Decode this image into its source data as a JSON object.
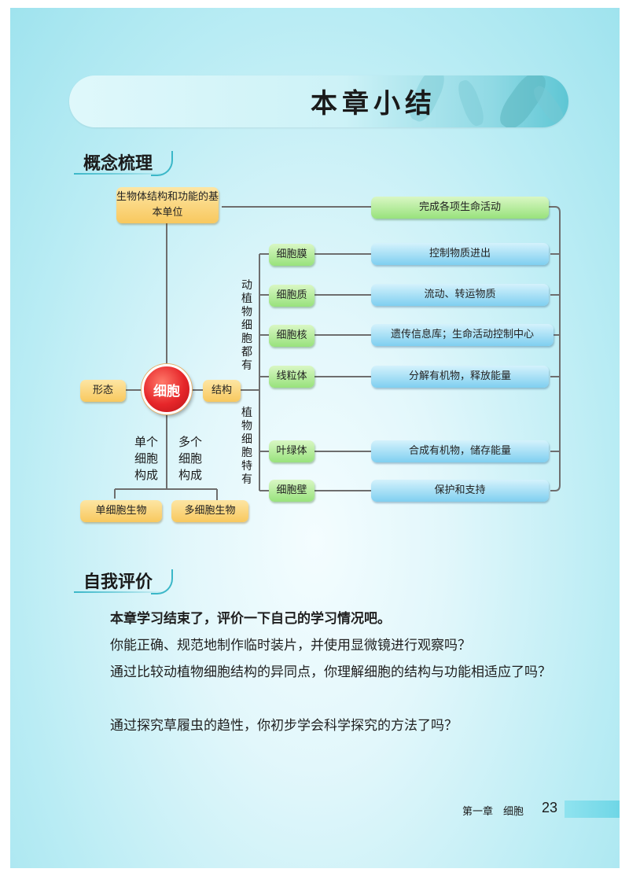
{
  "banner": {
    "title": "本章小结"
  },
  "section1": {
    "title": "概念梳理"
  },
  "diagram": {
    "basic_unit": "生物体结构和功能的基本单位",
    "cell": "细胞",
    "morphology": "形态",
    "structure": "结构",
    "single_label": "单个细胞构成",
    "multi_label": "多个细胞构成",
    "unicellular": "单细胞生物",
    "multicellular": "多细胞生物",
    "both_label": "动植物细胞都有",
    "plant_label": "植物细胞特有",
    "parts": [
      {
        "name": "细胞膜",
        "function": "控制物质进出"
      },
      {
        "name": "细胞质",
        "function": "流动、转运物质"
      },
      {
        "name": "细胞核",
        "function": "遗传信息库；生命活动控制中心"
      },
      {
        "name": "线粒体",
        "function": "分解有机物，释放能量"
      },
      {
        "name": "叶绿体",
        "function": "合成有机物，储存能量"
      },
      {
        "name": "细胞壁",
        "function": "保护和支持"
      }
    ],
    "life_activity": "完成各项生命活动"
  },
  "section2": {
    "title": "自我评价",
    "intro": "本章学习结束了，评价一下自己的学习情况吧。",
    "q1": "你能正确、规范地制作临时装片，并使用显微镜进行观察吗？",
    "q2": "通过比较动植物细胞结构的异同点，你理解细胞的结构与功能相适应了吗？",
    "q3": "通过探究草履虫的趋性，你初步学会科学探究的方法了吗？"
  },
  "footer": {
    "chapter": "第一章　细胞",
    "page": "23"
  },
  "colors": {
    "accent": "#3bb7c8",
    "cell_red": "#e6262a"
  }
}
